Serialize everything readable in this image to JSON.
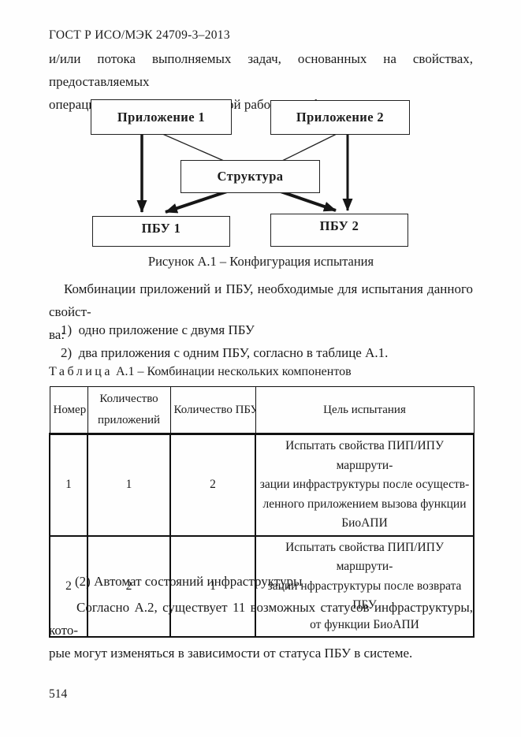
{
  "page": {
    "header": "ГОСТ Р ИСО/МЭК 24709-3–2013",
    "page_number": "514"
  },
  "intro": {
    "line1": "и/или потока выполняемых задач, основанных на свойствах, предоставляемых",
    "line2": "операционной системе, в которой работает инфраструктура."
  },
  "figure": {
    "caption": "Рисунок А.1 – Конфигурация испытания",
    "boxes": {
      "app1": "Приложение 1",
      "app2": "Приложение 2",
      "framework": "Структура",
      "bsp1": "ПБУ 1",
      "bsp2": "ПБУ 2"
    }
  },
  "body": {
    "para1_line1": "Комбинации приложений и ПБУ, необходимые для испытания данного свойст-",
    "para1_line2": "ва:",
    "list_item1": "1)  одно приложение с двумя ПБУ",
    "list_item2": "2)  два приложения с одним ПБУ, согласно в таблице А.1."
  },
  "table": {
    "caption_word": "Таблица",
    "caption_rest": " А.1 – Комбинации нескольких компонентов",
    "headers": {
      "num": "Номер",
      "apps": "Количество приложений",
      "bsps": "Количество ПБУ",
      "goal": "Цель испытания"
    },
    "rows": [
      {
        "num": "1",
        "apps": "1",
        "bsps": "2",
        "goal_lines": [
          "Испытать свойства ПИП/ИПУ маршрути-",
          "зации инфраструктуры после осуществ-",
          "ленного приложением вызова функции",
          "БиоАПИ"
        ]
      },
      {
        "num": "2",
        "apps": "2",
        "bsps": "1",
        "goal_lines": [
          "Испытать свойства ПИП/ИПУ маршрути-",
          "зации нфраструктуры после возврата ПБУ",
          "от функции БиоАПИ"
        ]
      }
    ]
  },
  "outro": {
    "para1": "(2) Автомат состояний инфраструктуры",
    "para2_line1": "Согласно А.2, существует 11 возможных статусов инфраструктуры, кото-",
    "para2_line2": "рые могут изменяться в зависимости от статуса ПБУ в системе."
  },
  "colors": {
    "ink": "#1c1c1c",
    "paper": "#fefefe"
  }
}
